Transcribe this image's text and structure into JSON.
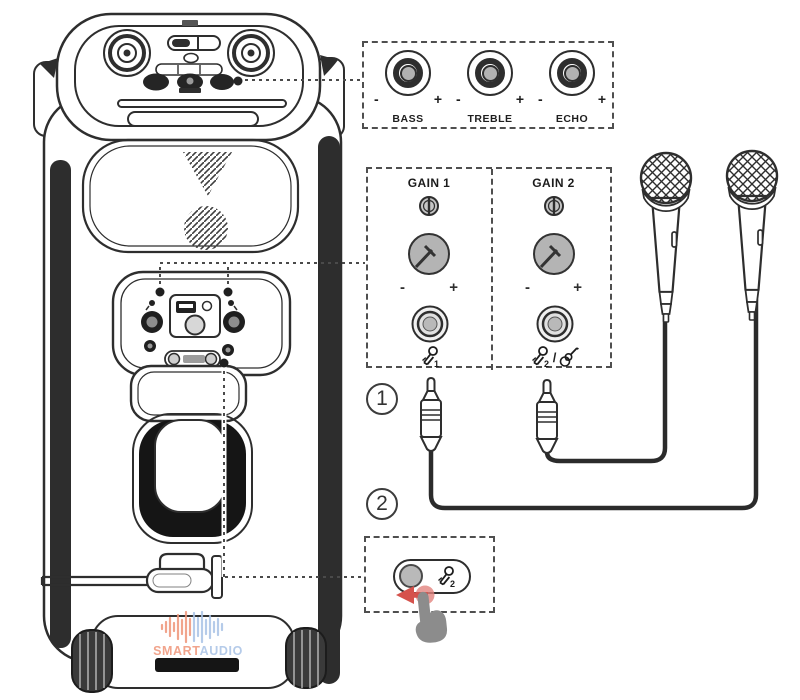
{
  "tone_panel": {
    "knobs": [
      {
        "label": "BASS"
      },
      {
        "label": "TREBLE"
      },
      {
        "label": "ECHO"
      }
    ],
    "minus": "-",
    "plus": "+"
  },
  "gain_panels": [
    {
      "title": "GAIN 1",
      "minus": "-",
      "plus": "+",
      "mic_sub": "1"
    },
    {
      "title": "GAIN 2",
      "minus": "-",
      "plus": "+",
      "mic_sub": "2",
      "separator": "/"
    }
  ],
  "steps": [
    {
      "num": "1"
    },
    {
      "num": "2"
    }
  ],
  "toggle_panel": {
    "mic_sub": "2"
  },
  "watermark": {
    "smart": "SMART",
    "audio": "AUDIO"
  },
  "colors": {
    "smart": "#ef9579",
    "audio": "#a9c2e6",
    "accent_red": "#d5524c",
    "line": "#2e2e2e",
    "knob_gray": "#b4b4b4"
  }
}
